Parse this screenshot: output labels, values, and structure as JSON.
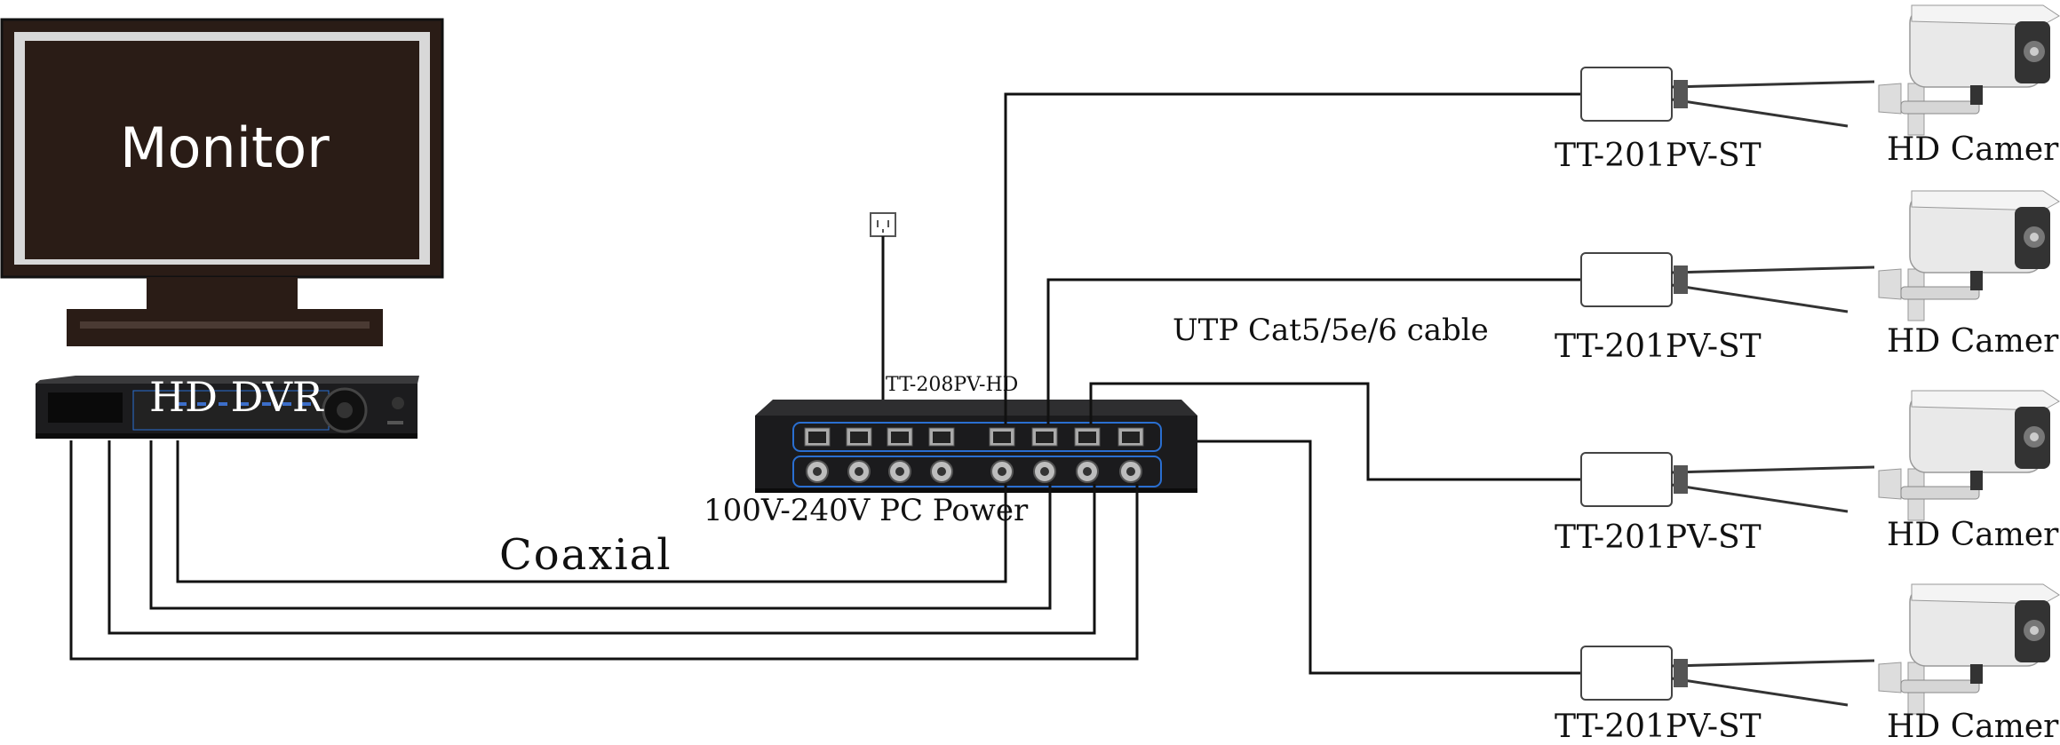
{
  "monitor": {
    "label": "Monitor"
  },
  "dvr": {
    "label": "HD DVR"
  },
  "hub": {
    "model": "TT-208PV-HD",
    "power_label": "100V-240V PC Power"
  },
  "coaxial_label": "Coaxial",
  "utp_label": "UTP Cat5/5e/6 cable",
  "channels": [
    {
      "balun": "TT-201PV-ST",
      "camera": "HD Camere"
    },
    {
      "balun": "TT-201PV-ST",
      "camera": "HD Camere"
    },
    {
      "balun": "TT-201PV-ST",
      "camera": "HD Camere"
    },
    {
      "balun": "TT-201PV-ST",
      "camera": "HD Camere"
    }
  ],
  "colors": {
    "device_body": "#1b1b1d",
    "device_accent": "#2a6fd1",
    "cable": "#111111",
    "camera_body": "#e6e6e6"
  }
}
